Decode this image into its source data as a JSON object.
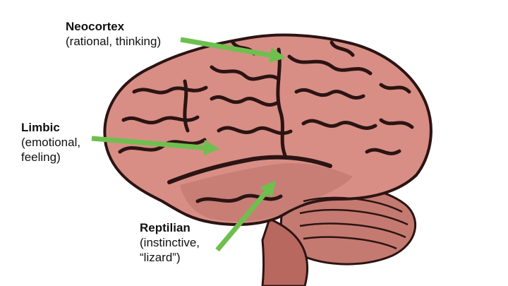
{
  "labels": {
    "neocortex": {
      "title": "Neocortex",
      "line1": "(rational, thinking)"
    },
    "limbic": {
      "title": "Limbic",
      "line1": "(emotional,",
      "line2": "feeling)"
    },
    "reptilian": {
      "title": "Reptilian",
      "line1": "(instinctive,",
      "line2": "“lizard”)"
    }
  },
  "colors": {
    "brain": "#d88e85",
    "brain_shadow": "#b8685f",
    "sulci": "#2b1413",
    "arrow": "#6fbf4f",
    "text": "#111111"
  }
}
